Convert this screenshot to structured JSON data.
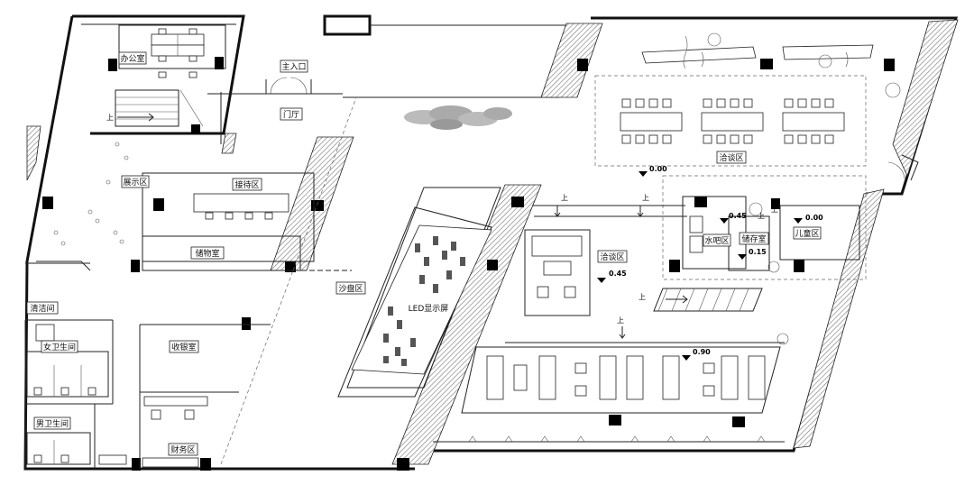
{
  "rooms": {
    "office": "办公室",
    "main_entrance": "主入口",
    "hall": "门厅",
    "exhibition": "展示区",
    "reception": "接待区",
    "storage": "储物室",
    "sand_table": "沙盘区",
    "led": "LED显示屏",
    "negotiation_top": "洽谈区",
    "negotiation_mid": "洽谈区",
    "water_bar": "水吧区",
    "storeroom": "储存室",
    "kids": "儿童区",
    "cleaning": "清洁间",
    "female_wc": "女卫生间",
    "male_wc": "男卫生间",
    "cashier": "收银室",
    "finance": "财务区"
  },
  "levels": {
    "l1": "0.00",
    "l2": "0.45",
    "l3": "0.00",
    "l4": "0.45",
    "l5": "0.15",
    "l6": "0.90"
  },
  "stair_marker": "上",
  "colors": {
    "wall": "#111111",
    "hatch": "#888888",
    "cloud": "#aaaaaa"
  }
}
